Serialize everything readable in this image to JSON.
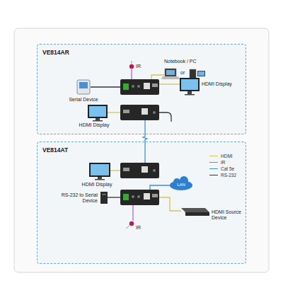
{
  "diagram": {
    "nodes": [
      {
        "text": [
          "VE814AR"
        ]
      },
      {
        "text": [
          "VE814AT"
        ]
      }
    ],
    "edges": [
      {
        "from": 0,
        "to": 1,
        "arrow": "none"
      }
    ],
    "labels": [
      "IR",
      "Notebook / PC",
      "or",
      "Serial Device",
      "HDMI Display",
      "HDMI Display",
      "HDMI Display",
      "LAN",
      "RS-232 to Serial Device",
      "HDMI Source Device",
      "IR"
    ],
    "legend": [
      {
        "text": "HDMI",
        "color": "#d6c35a"
      },
      {
        "text": "IR",
        "color": "#a86cc4"
      },
      {
        "text": "Cat 5e",
        "color": "#3f8fd6"
      },
      {
        "text": "RS-232",
        "color": "#333333"
      }
    ]
  }
}
